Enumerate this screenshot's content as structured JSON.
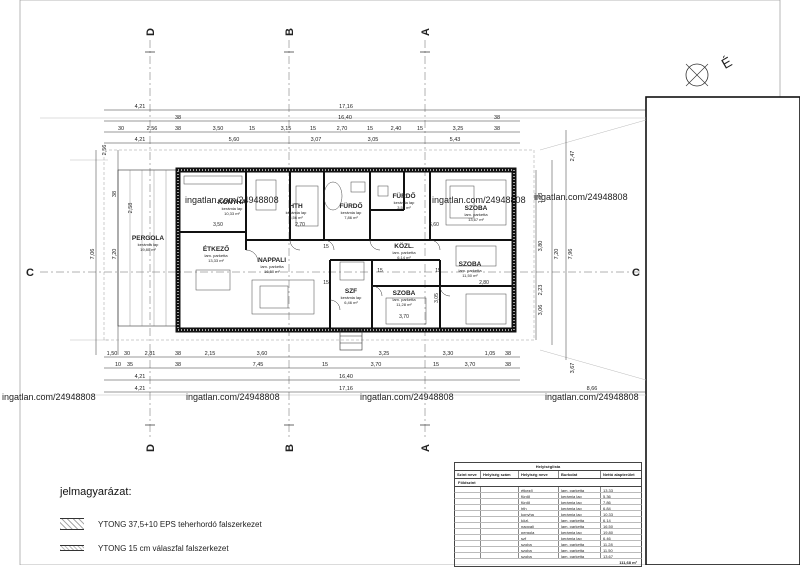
{
  "watermarks": [
    "ingatlan.com/24948808",
    "ingatlan.com/24948808",
    "ingatlan.com/24948808",
    "ingatlan.com/24948808",
    "ingatlan.com/24948808",
    "ingatlan.com/24948808",
    "ingatlan.com/24948808"
  ],
  "axes": [
    "D",
    "B",
    "A",
    "C"
  ],
  "north_label": "É",
  "rooms": {
    "konyha": {
      "name": "KONYHA",
      "sub": "kerámia lap",
      "area": "10,33 m²"
    },
    "hth": {
      "name": "HTH",
      "sub": "kerámia lap",
      "area": "5,56 m²"
    },
    "furdo1": {
      "name": "FÜRDŐ",
      "sub": "kerámia lap",
      "area": "7,86 m²"
    },
    "furdo2": {
      "name": "FÜRDŐ",
      "sub": "kerámia lap",
      "area": "3,55 m²"
    },
    "szoba1": {
      "name": "SZOBA",
      "sub": "lam. parketta",
      "area": "13,67 m²"
    },
    "pergola": {
      "name": "PERGOLA",
      "sub": "kerámia lap",
      "area": "19,80 m²"
    },
    "etkezo": {
      "name": "ÉTKEZŐ",
      "sub": "lam. parketta",
      "area": "13,33 m²"
    },
    "nappali": {
      "name": "NAPPALI",
      "sub": "lam. parketta",
      "area": "16,50 m²"
    },
    "kozl": {
      "name": "KÖZL.",
      "sub": "lam. parketta",
      "area": "6,14 m²"
    },
    "szoba2": {
      "name": "SZOBA",
      "sub": "lam. parketta",
      "area": "11,50 m²"
    },
    "szf": {
      "name": "SZF",
      "sub": "kerámia lap",
      "area": "6,46 m²"
    },
    "szoba3": {
      "name": "SZOBA",
      "sub": "lam. parketta",
      "area": "11,28 m²"
    }
  },
  "dims": {
    "top1_left": "4,21",
    "top1_total": "17,16",
    "top2_left": "38",
    "top2_total": "16,40",
    "top2_right": "38",
    "top3": [
      "30",
      "2,56",
      "38",
      "3,50",
      "15",
      "3,15",
      "15",
      "2,70",
      "15",
      "2,40",
      "15",
      "3,25",
      "38"
    ],
    "top4": [
      "4,21",
      "5,60",
      "3,07",
      "3,05",
      "5,43"
    ],
    "bot1": [
      "1,50",
      "30",
      "2,81",
      "38",
      "2,15",
      "3,60",
      "3,25",
      "3,30",
      "1,05",
      "38"
    ],
    "bot2": [
      "10",
      "35",
      "38",
      "7,45",
      "15",
      "3,70",
      "15",
      "3,70",
      "38"
    ],
    "bot3": [
      "4,21",
      "16,40"
    ],
    "bot4": [
      "4,21",
      "17,16"
    ],
    "left": [
      "7,06",
      "7,20",
      "2,58",
      "2,56",
      "38"
    ],
    "right": [
      "1,93",
      "3,06",
      "7,96",
      "7,20",
      "3,80",
      "2,23",
      "3,67",
      "2,47"
    ],
    "inner": [
      "3,50",
      "2,70",
      "6,60",
      "2,80",
      "15",
      "15",
      "15",
      "15",
      "3,70",
      "3,05"
    ],
    "slope": "8,66"
  },
  "legend": {
    "title": "jelmagyarázat:",
    "items": [
      "YTONG 37,5+10 EPS teherhordó falszerkezet",
      "YTONG 15 cm válaszfal falszerkezet"
    ]
  },
  "table": {
    "title": "Helyiséglista",
    "headers": [
      "Szint neve",
      "Helyiség szám",
      "Helyiség neve",
      "Burkolat",
      "Nettó alapterület"
    ],
    "section": "Földszint",
    "rows": [
      [
        "",
        "",
        "étkező",
        "lam. parketta",
        "13,33"
      ],
      [
        "",
        "",
        "fürdő",
        "kerámia lap",
        "5,36"
      ],
      [
        "",
        "",
        "fürdő",
        "kerámia lap",
        "7,86"
      ],
      [
        "",
        "",
        "hth",
        "kerámia lap",
        "6,84"
      ],
      [
        "",
        "",
        "konyha",
        "kerámia lap",
        "10,33"
      ],
      [
        "",
        "",
        "közl.",
        "lam. parketta",
        "6,14"
      ],
      [
        "",
        "",
        "nappali",
        "lam. parketta",
        "16,50"
      ],
      [
        "",
        "",
        "pergola",
        "kerámia lap",
        "19,80"
      ],
      [
        "",
        "",
        "szf",
        "kerámia lap",
        "6,46"
      ],
      [
        "",
        "",
        "szoba",
        "lam. parketta",
        "11,28"
      ],
      [
        "",
        "",
        "szoba",
        "lam. parketta",
        "11,50"
      ],
      [
        "",
        "",
        "szoba",
        "lam. parketta",
        "13,67"
      ]
    ],
    "total": "111,68 m²"
  }
}
